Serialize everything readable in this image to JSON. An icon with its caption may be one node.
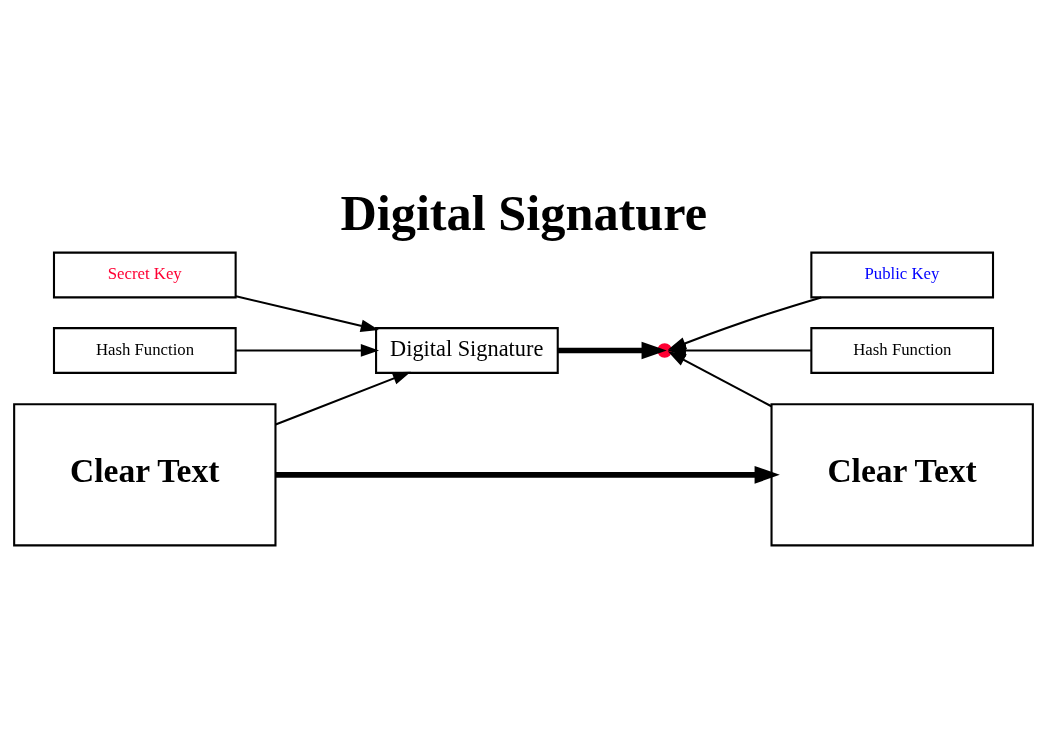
{
  "diagram": {
    "title": "Digital Signature",
    "nodes": [
      {
        "text": [
          "Secret Key"
        ]
      },
      {
        "text": [
          "Hash Function"
        ]
      },
      {
        "text": [
          "Clear Text"
        ]
      },
      {
        "text": [
          "Digital Signature"
        ]
      },
      {
        "text": [
          "Public Key"
        ]
      },
      {
        "text": [
          "Hash Function"
        ]
      },
      {
        "text": [],
        "shape": "circle"
      },
      {
        "text": [
          "Clear Text"
        ]
      }
    ],
    "edges": [
      {
        "from": 0,
        "to": 3,
        "arrow": "to"
      },
      {
        "from": 1,
        "to": 3,
        "arrow": "to"
      },
      {
        "from": 2,
        "to": 3,
        "arrow": "to"
      },
      {
        "from": 3,
        "to": 6,
        "arrow": "to",
        "style": "thick"
      },
      {
        "from": 4,
        "to": 6,
        "arrow": "to"
      },
      {
        "from": 5,
        "to": 6,
        "arrow": "to"
      },
      {
        "from": 7,
        "to": 6,
        "arrow": "to"
      },
      {
        "from": 2,
        "to": 7,
        "arrow": "to",
        "style": "thick"
      }
    ]
  }
}
